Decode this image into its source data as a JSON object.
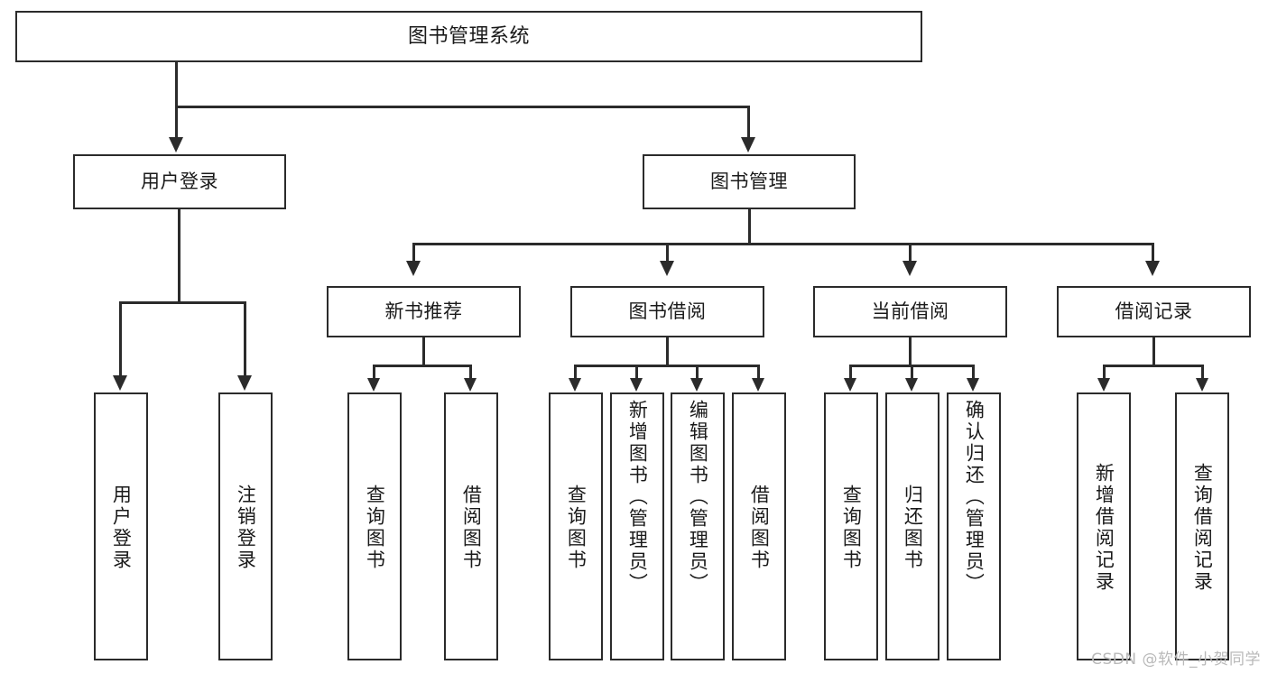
{
  "diagram": {
    "title": "图书管理系统",
    "watermark": "CSDN @软件_小贺同学",
    "root": {
      "label": "图书管理系统"
    },
    "level2": [
      {
        "label": "用户登录"
      },
      {
        "label": "图书管理"
      }
    ],
    "level3": [
      {
        "label": "新书推荐"
      },
      {
        "label": "图书借阅"
      },
      {
        "label": "当前借阅"
      },
      {
        "label": "借阅记录"
      }
    ],
    "leaves": {
      "user_login": [
        {
          "label": "用户登录"
        },
        {
          "label": "注销登录"
        }
      ],
      "new_book_recommend": [
        {
          "label": "查询图书"
        },
        {
          "label": "借阅图书"
        }
      ],
      "book_borrow": [
        {
          "label": "查询图书"
        },
        {
          "label": "新增图书（管理员）"
        },
        {
          "label": "编辑图书（管理员）"
        },
        {
          "label": "借阅图书"
        }
      ],
      "current_borrow": [
        {
          "label": "查询图书"
        },
        {
          "label": "归还图书"
        },
        {
          "label": "确认归还（管理员）"
        }
      ],
      "borrow_record": [
        {
          "label": "新增借阅记录"
        },
        {
          "label": "查询借阅记录"
        }
      ]
    },
    "colors": {
      "stroke": "#2b2b2b",
      "background": "#ffffff",
      "text": "#1a1a1a",
      "watermark": "#b9b9b9"
    }
  },
  "chart_data": {
    "type": "diagram",
    "title": "图书管理系统 功能结构图",
    "orientation": "top-down tree",
    "nodes": [
      {
        "id": "root",
        "label": "图书管理系统",
        "level": 0
      },
      {
        "id": "n1",
        "label": "用户登录",
        "level": 1
      },
      {
        "id": "n2",
        "label": "图书管理",
        "level": 1
      },
      {
        "id": "n1a",
        "label": "用户登录",
        "level": 2
      },
      {
        "id": "n1b",
        "label": "注销登录",
        "level": 2
      },
      {
        "id": "n2a",
        "label": "新书推荐",
        "level": 2
      },
      {
        "id": "n2b",
        "label": "图书借阅",
        "level": 2
      },
      {
        "id": "n2c",
        "label": "当前借阅",
        "level": 2
      },
      {
        "id": "n2d",
        "label": "借阅记录",
        "level": 2
      },
      {
        "id": "n2a1",
        "label": "查询图书",
        "level": 3
      },
      {
        "id": "n2a2",
        "label": "借阅图书",
        "level": 3
      },
      {
        "id": "n2b1",
        "label": "查询图书",
        "level": 3
      },
      {
        "id": "n2b2",
        "label": "新增图书（管理员）",
        "level": 3
      },
      {
        "id": "n2b3",
        "label": "编辑图书（管理员）",
        "level": 3
      },
      {
        "id": "n2b4",
        "label": "借阅图书",
        "level": 3
      },
      {
        "id": "n2c1",
        "label": "查询图书",
        "level": 3
      },
      {
        "id": "n2c2",
        "label": "归还图书",
        "level": 3
      },
      {
        "id": "n2c3",
        "label": "确认归还（管理员）",
        "level": 3
      },
      {
        "id": "n2d1",
        "label": "新增借阅记录",
        "level": 3
      },
      {
        "id": "n2d2",
        "label": "查询借阅记录",
        "level": 3
      }
    ],
    "edges": [
      [
        "root",
        "n1"
      ],
      [
        "root",
        "n2"
      ],
      [
        "n1",
        "n1a"
      ],
      [
        "n1",
        "n1b"
      ],
      [
        "n2",
        "n2a"
      ],
      [
        "n2",
        "n2b"
      ],
      [
        "n2",
        "n2c"
      ],
      [
        "n2",
        "n2d"
      ],
      [
        "n2a",
        "n2a1"
      ],
      [
        "n2a",
        "n2a2"
      ],
      [
        "n2b",
        "n2b1"
      ],
      [
        "n2b",
        "n2b2"
      ],
      [
        "n2b",
        "n2b3"
      ],
      [
        "n2b",
        "n2b4"
      ],
      [
        "n2c",
        "n2c1"
      ],
      [
        "n2c",
        "n2c2"
      ],
      [
        "n2c",
        "n2c3"
      ],
      [
        "n2d",
        "n2d1"
      ],
      [
        "n2d",
        "n2d2"
      ]
    ]
  }
}
